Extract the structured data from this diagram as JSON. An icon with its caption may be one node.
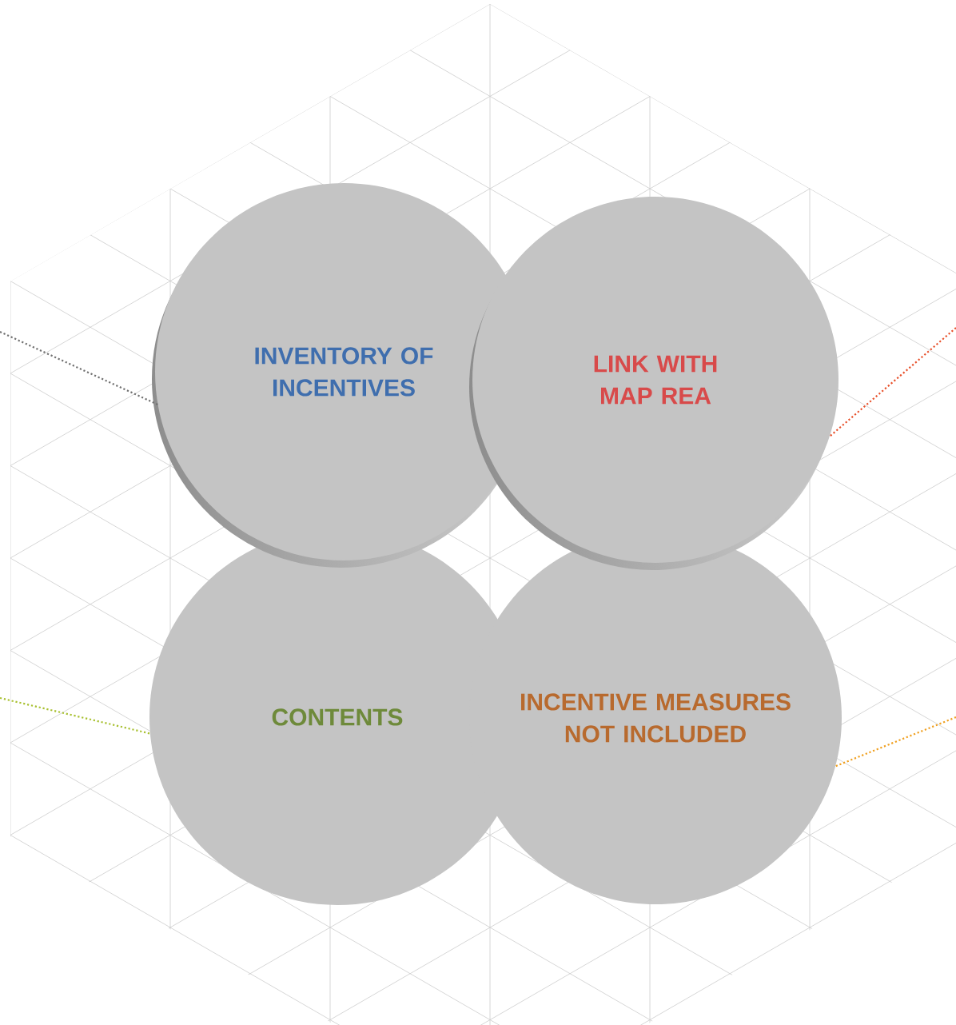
{
  "diagram": {
    "nodes": [
      {
        "text": [
          "INVENTORY OF INCENTIVES"
        ]
      },
      {
        "text": [
          "LINK WITH MAP REA"
        ]
      },
      {
        "text": [
          "CONTENTS"
        ]
      },
      {
        "text": [
          "INCENTIVE MEASURES NOT INCLUDED"
        ]
      }
    ],
    "edges": [
      {
        "from": null,
        "to": 0,
        "arrow": "none",
        "color": "#707070"
      },
      {
        "from": null,
        "to": 1,
        "arrow": "none",
        "color": "#e8502a"
      },
      {
        "from": null,
        "to": 2,
        "arrow": "none",
        "color": "#a8c030"
      },
      {
        "from": null,
        "to": 3,
        "arrow": "none",
        "color": "#f0a020"
      }
    ]
  }
}
